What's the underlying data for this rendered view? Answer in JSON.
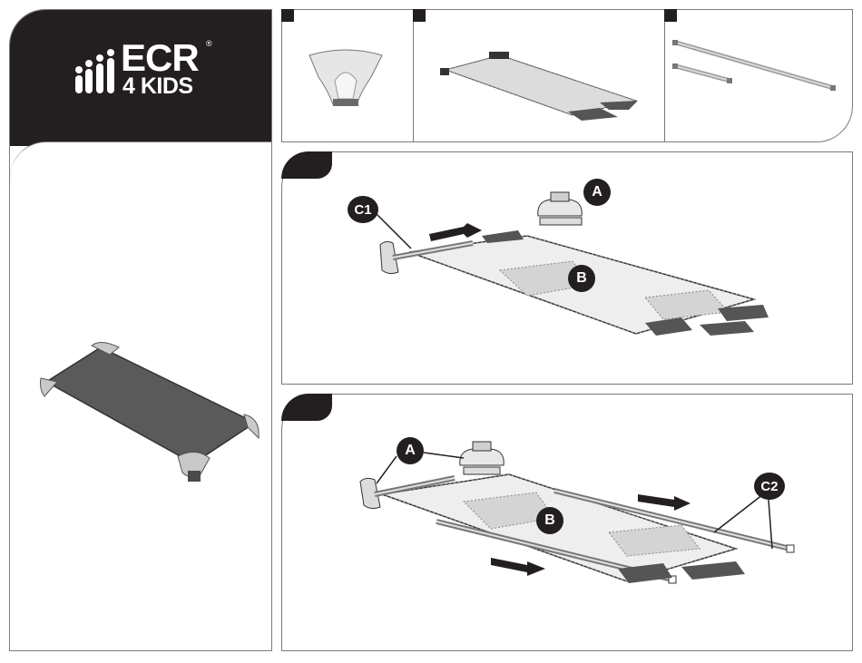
{
  "sidebar": {
    "brand_name": "ECR",
    "brand_sub": "4 KIDS",
    "brand_registered": "®"
  },
  "parts": [
    {
      "name": "corner-foot"
    },
    {
      "name": "cot-fabric"
    },
    {
      "name": "poles"
    }
  ],
  "step1": {
    "labels": {
      "a": "A",
      "b": "B",
      "c1": "C1"
    }
  },
  "step2": {
    "labels": {
      "a": "A",
      "b": "B",
      "c2": "C2"
    }
  },
  "colors": {
    "dark": "#231f20",
    "panel_border": "#7a7a7a",
    "fabric": "#5a5a5a",
    "corner": "#c9c9c9"
  }
}
